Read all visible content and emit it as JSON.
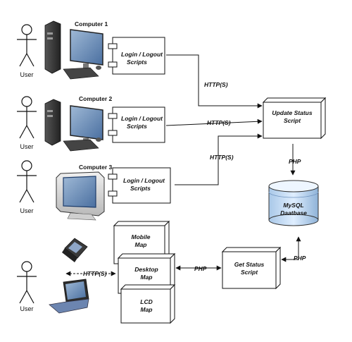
{
  "actors": {
    "user1": "User",
    "user2": "User",
    "user3": "User",
    "user4": "User"
  },
  "computers": {
    "computer1": "Computer 1",
    "computer2": "Computer 2",
    "computer3": "Computer 3"
  },
  "scripts": {
    "login1_line1": "Login / Logout",
    "login1_line2": "Scripts",
    "login2_line1": "Login / Logout",
    "login2_line2": "Scripts",
    "login3_line1": "Login / Logout",
    "login3_line2": "Scripts",
    "update_line1": "Update Status",
    "update_line2": "Script",
    "get_line1": "Get Status",
    "get_line2": "Script"
  },
  "database": {
    "line1": "MySQL",
    "line2": "Daatbase"
  },
  "maps": {
    "mobile_line1": "Mobile",
    "mobile_line2": "Map",
    "desktop_line1": "Desktop",
    "desktop_line2": "Map",
    "lcd_line1": "LCD",
    "lcd_line2": "Map"
  },
  "connectors": {
    "http1": "HTTP(S)",
    "http2": "HTTP(S)",
    "http3": "HTTP(S)",
    "http4": "HTTP(S)",
    "php_update_db": "PHP",
    "php_db_get": "PHP",
    "php_get_maps": "PHP"
  }
}
